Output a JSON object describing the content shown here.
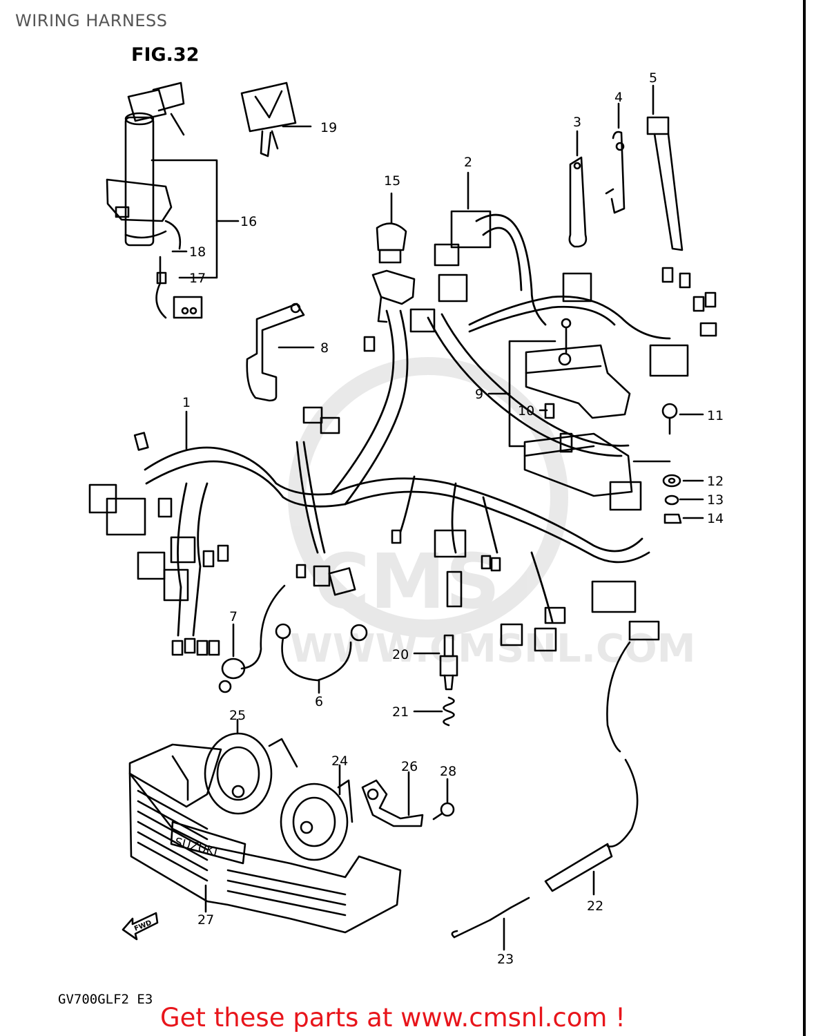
{
  "header": {
    "title": "WIRING HARNESS"
  },
  "figure": {
    "label": "FIG.32",
    "model": "GV700GLF2  E3"
  },
  "watermark": {
    "text": "WWW.CMSNL.COM"
  },
  "footer": {
    "link_text": "Get these parts at www.cmsnl.com !",
    "link_color": "#e8151b"
  },
  "parts": {
    "p1": "1",
    "p2": "2",
    "p3": "3",
    "p4": "4",
    "p5": "5",
    "p6": "6",
    "p7": "7",
    "p8": "8",
    "p9": "9",
    "p10": "10",
    "p11": "11",
    "p12": "12",
    "p13": "13",
    "p14": "14",
    "p15": "15",
    "p16": "16",
    "p17": "17",
    "p18": "18",
    "p19": "19",
    "p20": "20",
    "p21": "21",
    "p22": "22",
    "p23": "23",
    "p24": "24",
    "p25": "25",
    "p26": "26",
    "p27": "27",
    "p28": "28"
  },
  "labels": {
    "fwd": "FWD",
    "brand": "SUZUKI"
  }
}
